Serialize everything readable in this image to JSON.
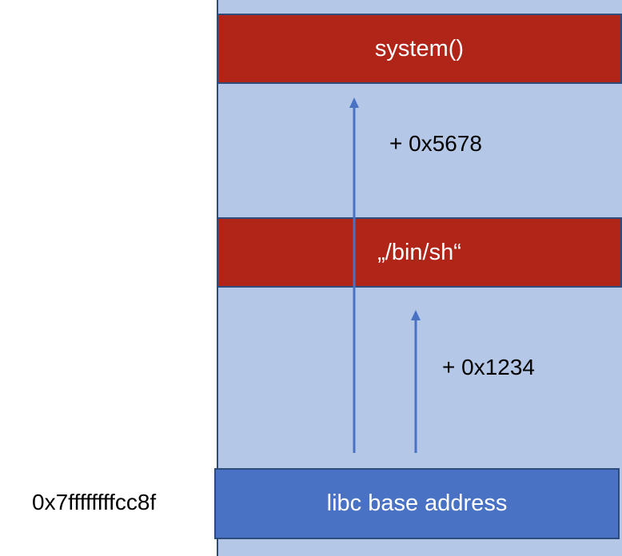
{
  "blocks": {
    "system": "system()",
    "binsh": "„/bin/sh“",
    "libc_base": "libc base address"
  },
  "offsets": {
    "upper": "+ 0x5678",
    "lower": "+ 0x1234"
  },
  "address": "0x7ffffffffcc8f",
  "colors": {
    "memory_background": "#b4c7e7",
    "target_block": "#b12418",
    "base_block": "#4a72c4",
    "arrow": "#4a72c4",
    "border": "#2f4b7c"
  }
}
